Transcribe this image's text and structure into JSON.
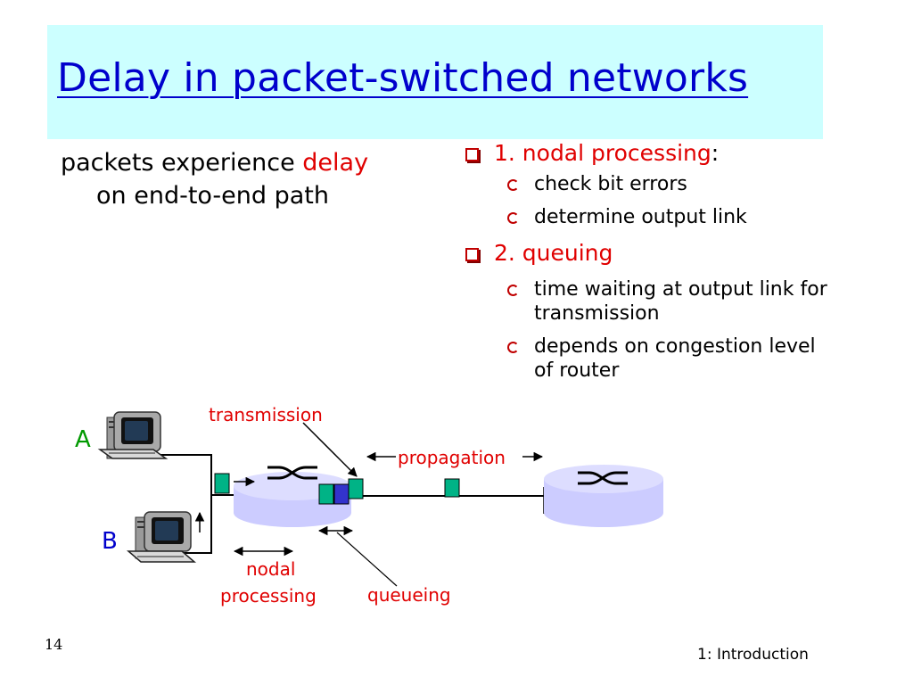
{
  "slide": {
    "title": "Delay in packet-switched networks",
    "page_number": "14",
    "footer": "1: Introduction"
  },
  "intro": {
    "line1_prefix": "packets experience ",
    "line1_highlight": "delay",
    "line2": "on end-to-end path"
  },
  "bullets": [
    {
      "label": "1. nodal processing",
      "suffix": ":",
      "items": [
        "check bit errors",
        "determine output link"
      ]
    },
    {
      "label": "2. queuing",
      "suffix": "",
      "items": [
        "time waiting at output link for transmission",
        "depends on congestion level of router"
      ]
    }
  ],
  "diagram": {
    "host_a": "A",
    "host_b": "B",
    "label_transmission": "transmission",
    "label_propagation": "propagation",
    "label_nodal": "nodal",
    "label_processing": "processing",
    "label_queueing": "queueing",
    "colors": {
      "packet": "#00b386",
      "packet_dark": "#3333cc",
      "router": "#ccccff",
      "label": "#e00000"
    }
  }
}
